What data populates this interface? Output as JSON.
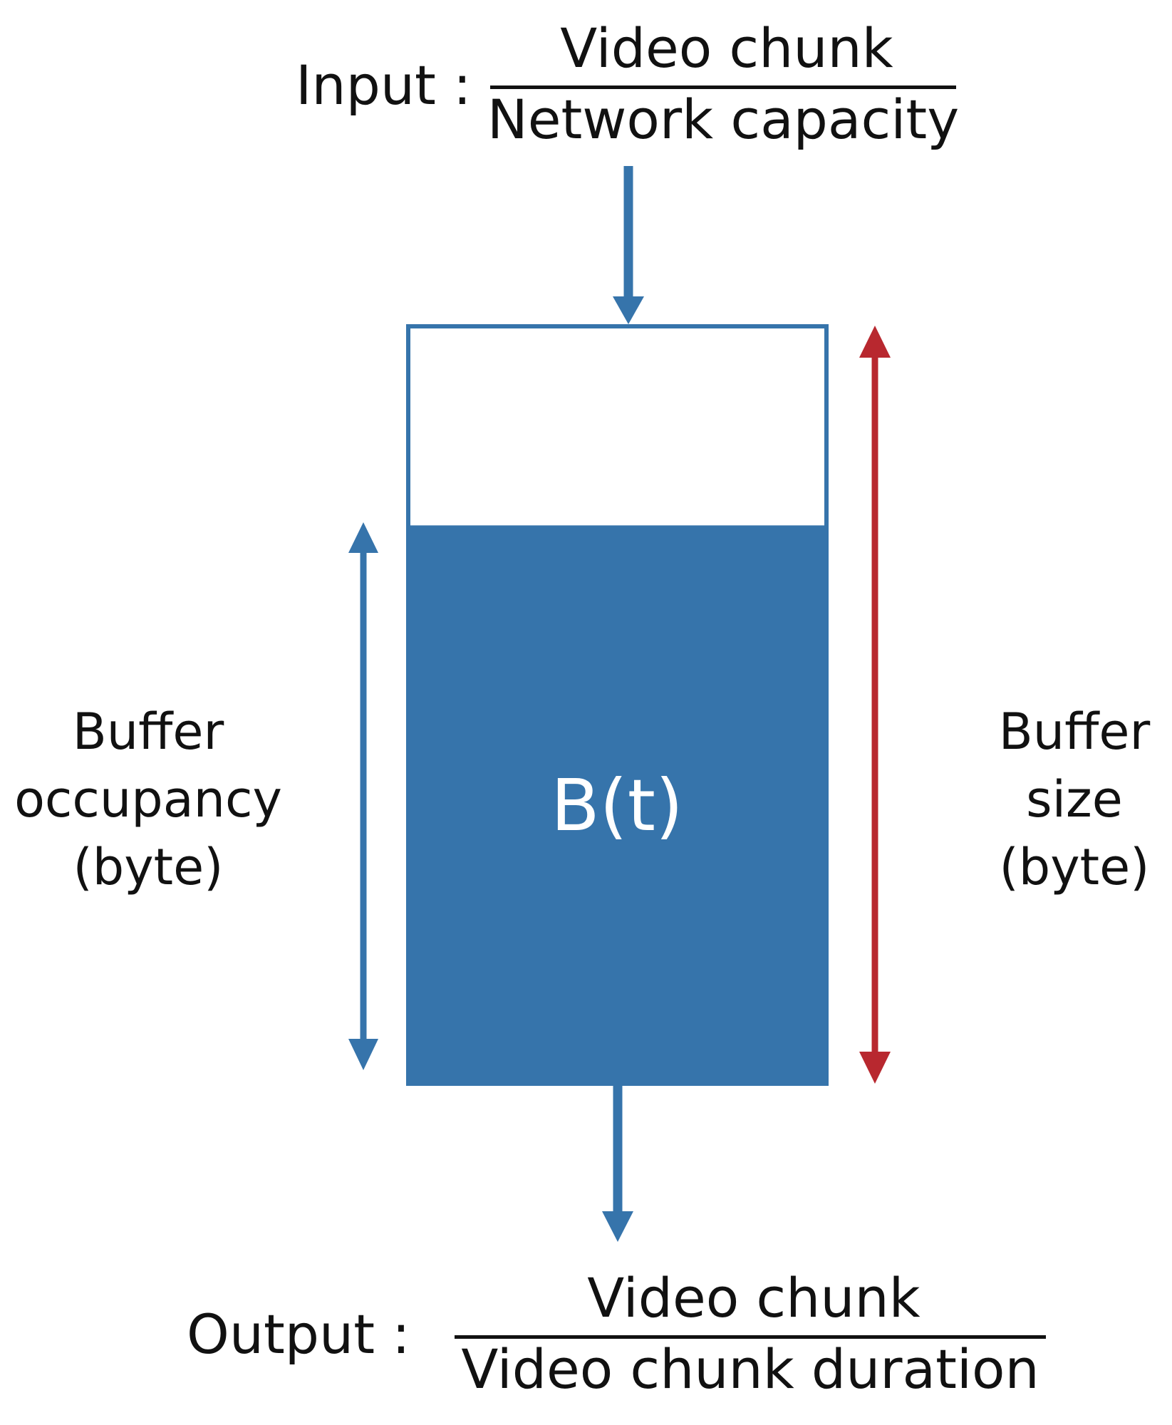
{
  "input": {
    "label": "Input :",
    "numerator": "Video chunk",
    "denominator": "Network capacity"
  },
  "output": {
    "label": "Output :",
    "numerator": "Video chunk",
    "denominator": "Video chunk duration"
  },
  "buffer": {
    "label": "B(t)",
    "occupancy_fraction": 0.74
  },
  "occupancy_label": "Buffer\noccupancy\n(byte)",
  "size_label": "Buffer\nsize\n(byte)",
  "colors": {
    "buffer_blue": "#3674ab",
    "size_arrow_red": "#b8282f",
    "text": "#111111"
  }
}
